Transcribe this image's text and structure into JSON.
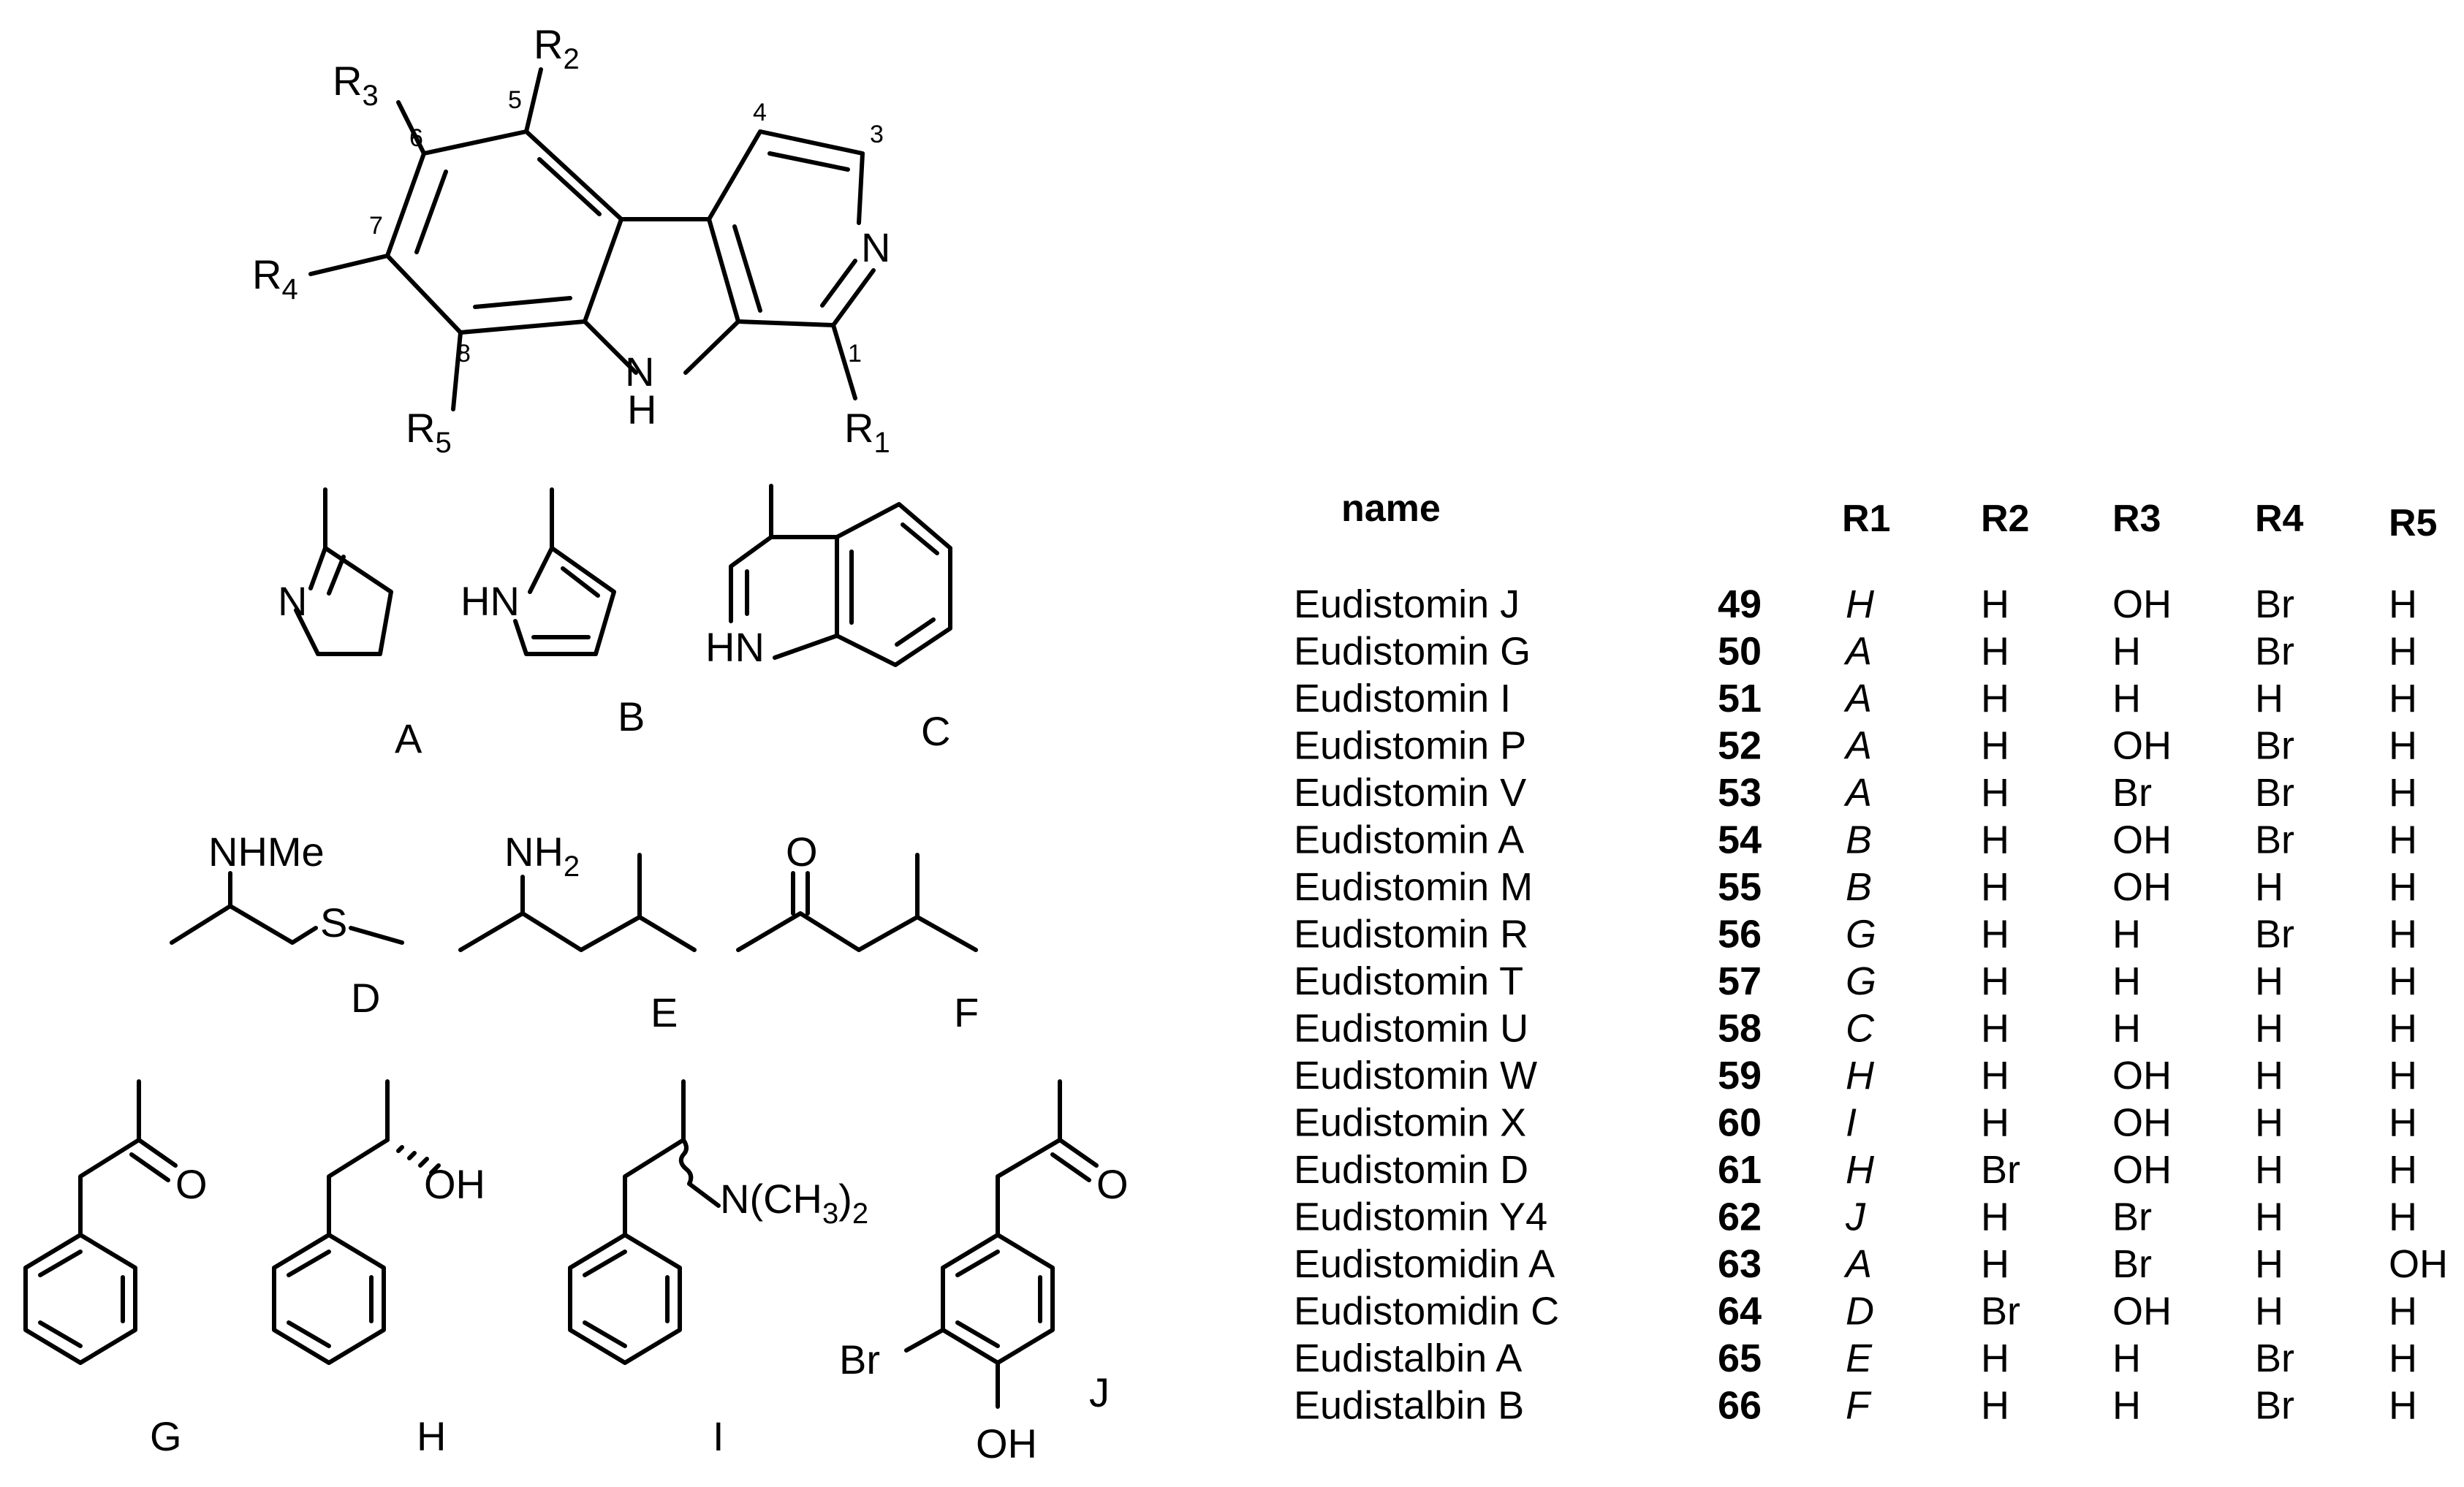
{
  "core": {
    "substituents": [
      "R",
      "R",
      "R",
      "R",
      "R"
    ],
    "subscripts": [
      "1",
      "2",
      "3",
      "4",
      "5"
    ],
    "position_numbers": [
      "1",
      "3",
      "4",
      "5",
      "6",
      "7",
      "8"
    ],
    "atoms": {
      "ring_n": "N",
      "nh_n": "N",
      "nh_h": "H"
    }
  },
  "fragments": [
    {
      "id": "A",
      "label": "A",
      "atoms": [
        "N"
      ]
    },
    {
      "id": "B",
      "label": "B",
      "atoms": [
        "HN"
      ]
    },
    {
      "id": "C",
      "label": "C",
      "atoms": [
        "HN"
      ]
    },
    {
      "id": "D",
      "label": "D",
      "atoms": [
        "NHMe",
        "S"
      ]
    },
    {
      "id": "E",
      "label": "E",
      "atoms": [
        "NH",
        "2"
      ]
    },
    {
      "id": "F",
      "label": "F",
      "atoms": [
        "O"
      ]
    },
    {
      "id": "G",
      "label": "G",
      "atoms": [
        "O"
      ]
    },
    {
      "id": "H",
      "label": "H",
      "atoms": [
        "OH"
      ]
    },
    {
      "id": "I",
      "label": "I",
      "atoms": [
        "N(CH",
        "3",
        ")",
        "2"
      ]
    },
    {
      "id": "J",
      "label": "J",
      "atoms": [
        "O",
        "Br",
        "OH"
      ]
    }
  ],
  "table": {
    "headers": [
      "name",
      "R1",
      "R2",
      "R3",
      "R4",
      "R5"
    ],
    "rows": [
      {
        "name": "Eudistomin J",
        "num": "49",
        "r1": "H",
        "r2": "H",
        "r3": "OH",
        "r4": "Br",
        "r5": "H"
      },
      {
        "name": "Eudistomin G",
        "num": "50",
        "r1": "A",
        "r2": "H",
        "r3": "H",
        "r4": "Br",
        "r5": "H"
      },
      {
        "name": "Eudistomin I",
        "num": "51",
        "r1": "A",
        "r2": "H",
        "r3": "H",
        "r4": "H",
        "r5": "H"
      },
      {
        "name": "Eudistomin P",
        "num": "52",
        "r1": "A",
        "r2": "H",
        "r3": "OH",
        "r4": "Br",
        "r5": "H"
      },
      {
        "name": "Eudistomin V",
        "num": "53",
        "r1": "A",
        "r2": "H",
        "r3": "Br",
        "r4": "Br",
        "r5": "H"
      },
      {
        "name": "Eudistomin A",
        "num": "54",
        "r1": "B",
        "r2": "H",
        "r3": "OH",
        "r4": "Br",
        "r5": "H"
      },
      {
        "name": "Eudistomin M",
        "num": "55",
        "r1": "B",
        "r2": "H",
        "r3": "OH",
        "r4": "H",
        "r5": "H"
      },
      {
        "name": "Eudistomin R",
        "num": "56",
        "r1": "G",
        "r2": "H",
        "r3": "H",
        "r4": "Br",
        "r5": "H"
      },
      {
        "name": "Eudistomin T",
        "num": "57",
        "r1": "G",
        "r2": "H",
        "r3": "H",
        "r4": "H",
        "r5": "H"
      },
      {
        "name": "Eudistomin U",
        "num": "58",
        "r1": "C",
        "r2": "H",
        "r3": "H",
        "r4": "H",
        "r5": "H"
      },
      {
        "name": "Eudistomin W",
        "num": "59",
        "r1": "H",
        "r2": "H",
        "r3": "OH",
        "r4": "H",
        "r5": "H"
      },
      {
        "name": "Eudistomin X",
        "num": "60",
        "r1": "I",
        "r2": "H",
        "r3": "OH",
        "r4": "H",
        "r5": "H"
      },
      {
        "name": "Eudistomin D",
        "num": "61",
        "r1": "H",
        "r2": "Br",
        "r3": "OH",
        "r4": "H",
        "r5": "H"
      },
      {
        "name": "Eudistomin Y4",
        "num": "62",
        "r1": "J",
        "r2": "H",
        "r3": "Br",
        "r4": "H",
        "r5": "H"
      },
      {
        "name": "Eudistomidin A",
        "num": "63",
        "r1": "A",
        "r2": "H",
        "r3": "Br",
        "r4": "H",
        "r5": "OH"
      },
      {
        "name": "Eudistomidin C",
        "num": "64",
        "r1": "D",
        "r2": "Br",
        "r3": "OH",
        "r4": "H",
        "r5": "H"
      },
      {
        "name": "Eudistalbin A",
        "num": "65",
        "r1": "E",
        "r2": "H",
        "r3": "H",
        "r4": "Br",
        "r5": "H"
      },
      {
        "name": "Eudistalbin B",
        "num": "66",
        "r1": "F",
        "r2": "H",
        "r3": "H",
        "r4": "Br",
        "r5": "H"
      }
    ]
  }
}
